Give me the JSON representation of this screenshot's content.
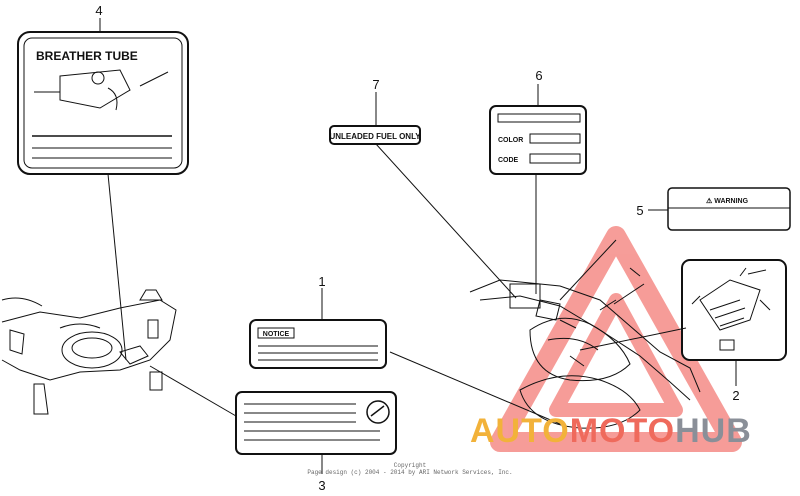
{
  "callouts": [
    "1",
    "2",
    "3",
    "4",
    "5",
    "6",
    "7"
  ],
  "labels": {
    "breather_tube": "BREATHER TUBE",
    "notice": "NOTICE",
    "warning": "⚠ WARNING",
    "unleaded": "UNLEADED FUEL ONLY",
    "color": "COLOR",
    "code": "CODE"
  },
  "copyright": {
    "line1": "Copyright",
    "line2": "Page design (c) 2004 - 2014 by ARI Network Services, Inc."
  },
  "watermark": {
    "part1": "AUTO",
    "part2": "MOTO",
    "part3": "HUB"
  },
  "colors": {
    "line": "#111111",
    "watermark_red": "#ef4d45",
    "watermark_orange": "#f2b23a",
    "watermark_gray": "#8a8f98"
  }
}
